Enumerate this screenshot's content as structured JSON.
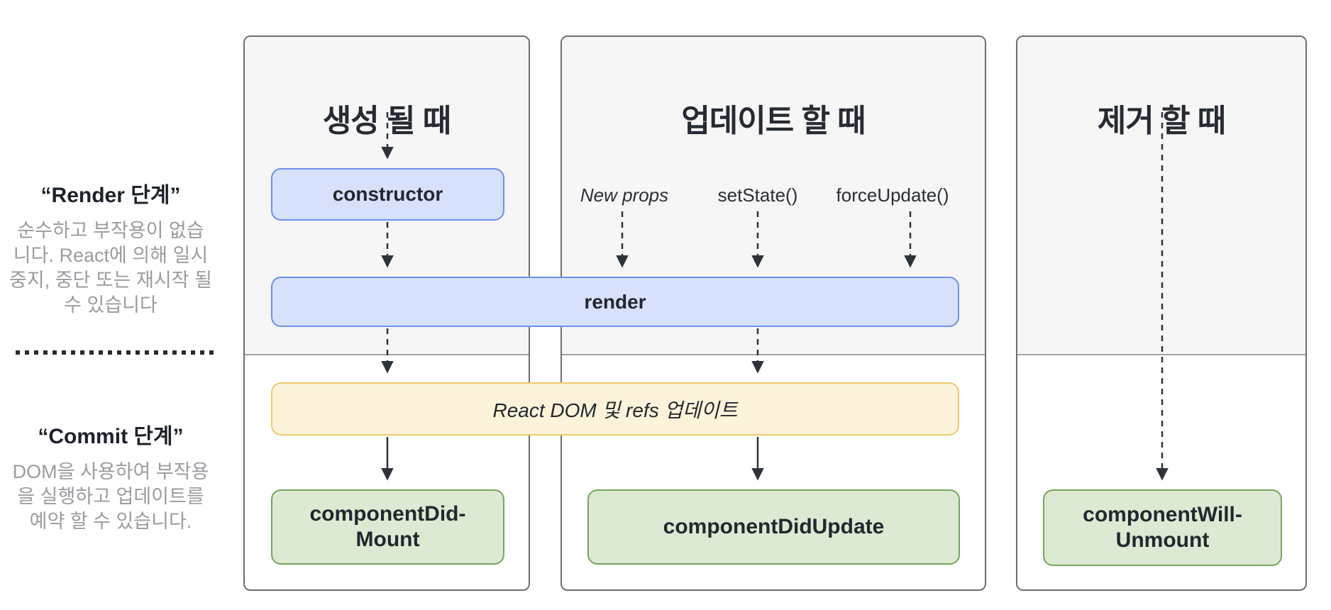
{
  "left_panel": {
    "render_phase": {
      "title": "“Render 단계”",
      "description_lines": [
        "순수하고 부작용이 없습",
        "니다. React에 의해 일시",
        "중지, 중단 또는 재시작 될",
        "수 있습니다"
      ]
    },
    "commit_phase": {
      "title": "“Commit 단계”",
      "description_lines": [
        "DOM을 사용하여 부작용",
        "을 실행하고 업데이트를",
        "예약 할 수 있습니다."
      ]
    }
  },
  "columns": {
    "mount": {
      "title": "생성 될 때"
    },
    "update": {
      "title": "업데이트 할 때",
      "triggers": [
        "New props",
        "setState()",
        "forceUpdate()"
      ]
    },
    "unmount": {
      "title": "제거 할 때"
    }
  },
  "nodes": {
    "constructor": "constructor",
    "render": "render",
    "react_dom_update": "React DOM 및 refs 업데이트",
    "component_did_mount": {
      "line1": "componentDid-",
      "line2": "Mount"
    },
    "component_did_update": "componentDidUpdate",
    "component_will_unmount": {
      "line1": "componentWill-",
      "line2": "Unmount"
    }
  },
  "colors": {
    "blue_fill": "#d8e1fc",
    "blue_border": "#6b91e9",
    "yellow_fill": "#fdf3da",
    "yellow_border": "#eec86e",
    "green_fill": "#dcead3",
    "green_border": "#74a65c",
    "panel_border": "#6e6e6e",
    "phase_bg": "#f6f6f7",
    "divider": "#a5a5a5",
    "text_dark": "#23272e",
    "text_gray": "#9b9ba1",
    "arrow": "#2e323a"
  }
}
